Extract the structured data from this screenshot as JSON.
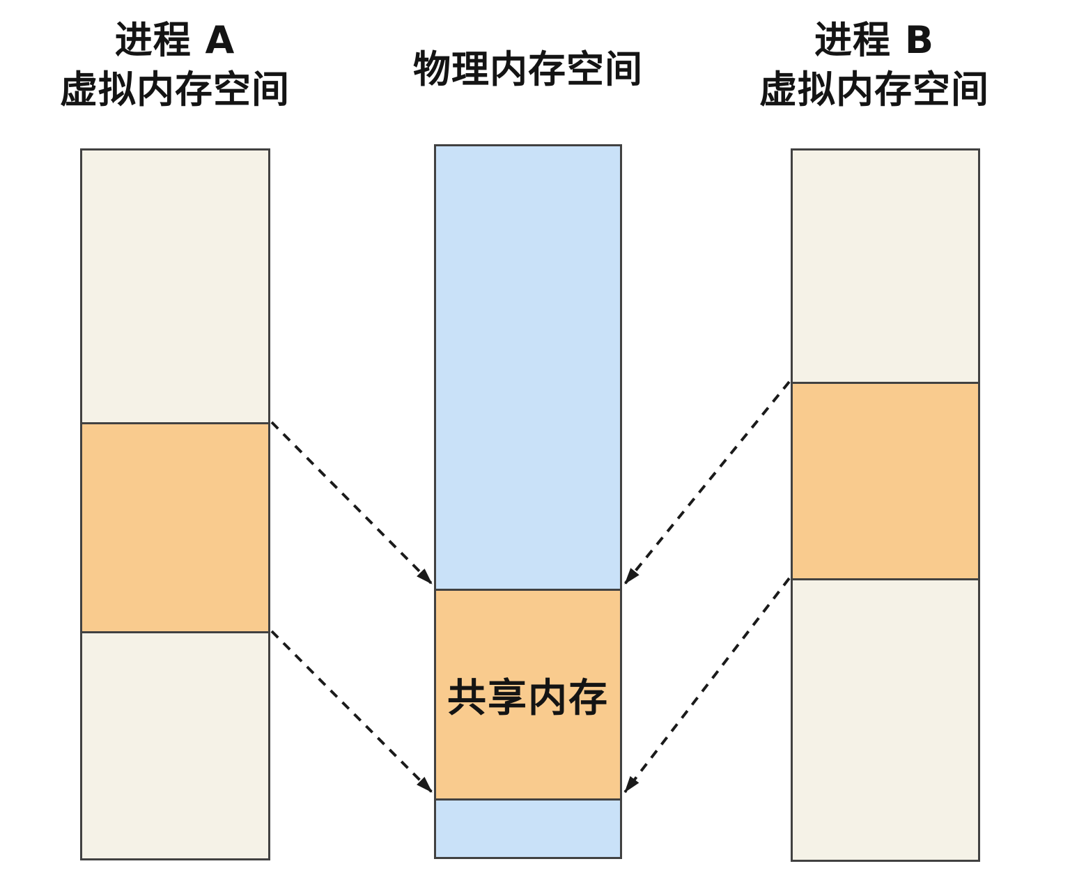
{
  "titles": {
    "process_a_line1": "进程 A",
    "process_a_line2": "虚拟内存空间",
    "physical": "物理内存空间",
    "process_b_line1": "进程 B",
    "process_b_line2": "虚拟内存空间"
  },
  "labels": {
    "shared_memory": "共享内存"
  },
  "colors": {
    "unmapped_region": "#f5f2e7",
    "shared_region": "#f9cb8e",
    "physical_region": "#c9e1f8",
    "border": "#414141",
    "arrow": "#1a1a1a",
    "background": "#ffffff",
    "text": "#141414"
  },
  "structure": {
    "left_column_segments": [
      "unmapped",
      "shared-mapped",
      "unmapped"
    ],
    "middle_column_segments": [
      "physical",
      "shared-memory",
      "physical"
    ],
    "right_column_segments": [
      "unmapped",
      "shared-mapped",
      "unmapped"
    ],
    "arrows": [
      {
        "from": "process-a-shared-segment-top",
        "to": "physical-shared-memory-top-left"
      },
      {
        "from": "process-a-shared-segment-bottom",
        "to": "physical-shared-memory-bottom-left"
      },
      {
        "from": "process-b-shared-segment-top",
        "to": "physical-shared-memory-top-right"
      },
      {
        "from": "process-b-shared-segment-bottom",
        "to": "physical-shared-memory-bottom-right"
      }
    ]
  }
}
